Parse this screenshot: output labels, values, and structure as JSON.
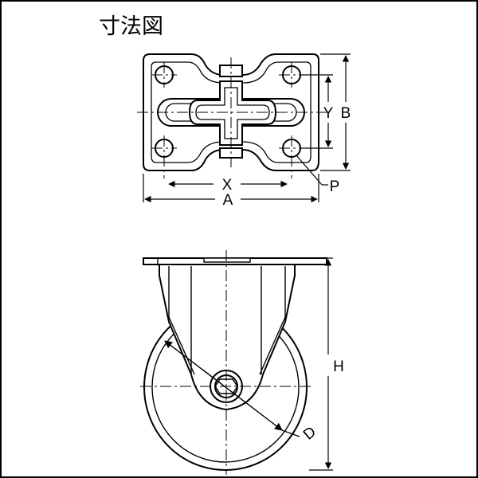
{
  "title": "寸法図",
  "labels": {
    "x": "X",
    "a": "A",
    "y": "Y",
    "b": "B",
    "p": "P",
    "h": "H",
    "d": "D"
  },
  "colors": {
    "line": "#000000",
    "background": "#ffffff"
  }
}
